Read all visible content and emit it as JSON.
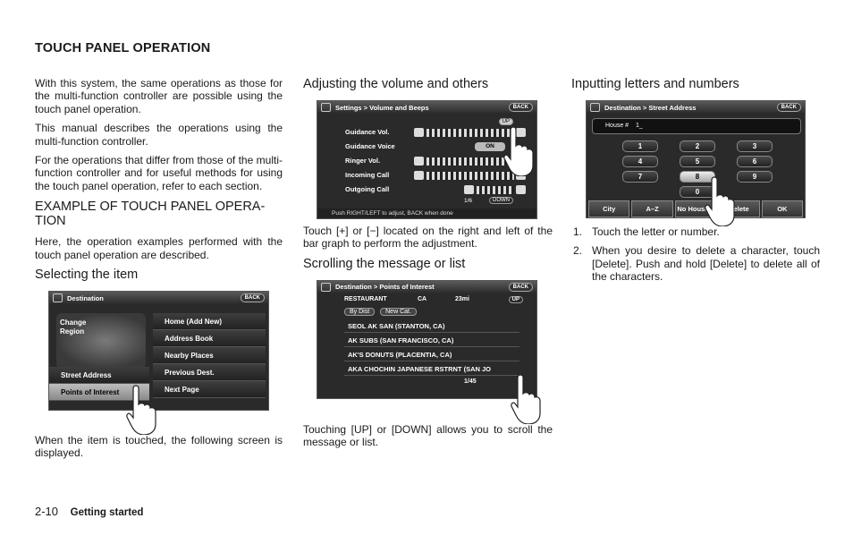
{
  "section_title": "TOUCH PANEL OPERATION",
  "col1": {
    "intro": [
      "With this system, the same operations as those for the multi-function controller are possible using the touch panel operation.",
      "This manual describes the operations using the multi-function controller.",
      "For the operations that differ from those of the multi-function controller and for useful methods for using the touch panel operation, refer to each section."
    ],
    "example_heading": "EXAMPLE OF TOUCH PANEL OPERA-TION",
    "example_intro": "Here, the operation examples performed with the touch panel operation are described.",
    "selecting_heading": "Selecting the item",
    "selecting_caption": "When the item is touched, the following screen is displayed."
  },
  "screen_destination": {
    "title": "Destination",
    "back": "BACK",
    "map_label": "Change Region",
    "right_items": [
      "Home (Add New)",
      "Address Book",
      "Nearby Places",
      "Previous Dest.",
      "Next Page"
    ],
    "left_items": [
      "Street Address",
      "Points of Interest"
    ]
  },
  "col2": {
    "volume_heading": "Adjusting the volume and others",
    "volume_caption": "Touch [+] or [−] located on the right and left of the bar graph to perform the adjustment.",
    "scroll_heading": "Scrolling the message or list",
    "scroll_caption": "Touching [UP] or [DOWN] allows you to scroll the message or list."
  },
  "screen_volume": {
    "title": "Settings > Volume and Beeps",
    "back": "BACK",
    "up": "UP",
    "down": "DOWN",
    "rows": [
      "Guidance Vol.",
      "Guidance Voice",
      "Ringer Vol.",
      "Incoming Call",
      "Outgoing Call"
    ],
    "on_label": "ON",
    "pager": "1/6",
    "footer": "Push RIGHT/LEFT to adjust, BACK when done"
  },
  "screen_poi": {
    "title": "Destination > Points of Interest",
    "back": "BACK",
    "header_left": "RESTAURANT",
    "header_state": "CA",
    "header_dist": "23mi",
    "up": "UP",
    "btn_by_dist": "By Dist",
    "btn_new_cat": "New Cat.",
    "items": [
      "SEOL AK SAN (STANTON, CA)",
      "AK SUBS (SAN FRANCISCO, CA)",
      "AK'S DONUTS (PLACENTIA, CA)",
      "AKA CHOCHIN JAPANESE RSTRNT (SAN JO"
    ],
    "pager": "1/45"
  },
  "col3": {
    "input_heading": "Inputting letters and numbers",
    "steps": [
      {
        "num": "1.",
        "text": "Touch the letter or number."
      },
      {
        "num": "2.",
        "text": "When you desire to delete a character, touch [Delete]. Push and hold [Delete] to delete all of the characters."
      }
    ]
  },
  "screen_keypad": {
    "title": "Destination > Street Address",
    "back": "BACK",
    "field_label": "House #",
    "field_value": "1_",
    "keys": [
      "1",
      "2",
      "3",
      "4",
      "5",
      "6",
      "7",
      "8",
      "9",
      "0"
    ],
    "bottom": [
      "City",
      "A–Z",
      "No House #",
      "Delete",
      "OK"
    ]
  },
  "footer": {
    "page": "2-10",
    "section": "Getting started"
  }
}
